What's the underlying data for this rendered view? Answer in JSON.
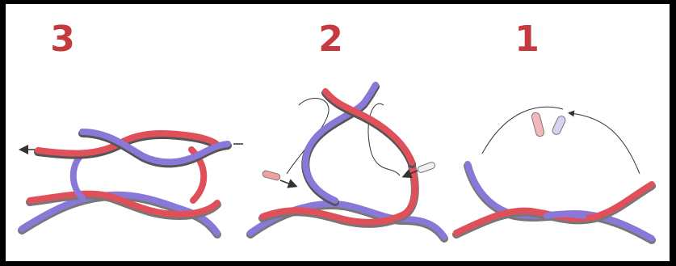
{
  "steps": [
    {
      "number": "3"
    },
    {
      "number": "2"
    },
    {
      "number": "1"
    }
  ],
  "colors": {
    "frame": "#000000",
    "background": "#ffffff",
    "numbers": "#c43a3f",
    "red_rope": "#e0505a",
    "purple_rope": "#8a78d8",
    "arrows": "#333333"
  },
  "icons": [
    "pull-arrow-icon",
    "rope-end-icon"
  ]
}
